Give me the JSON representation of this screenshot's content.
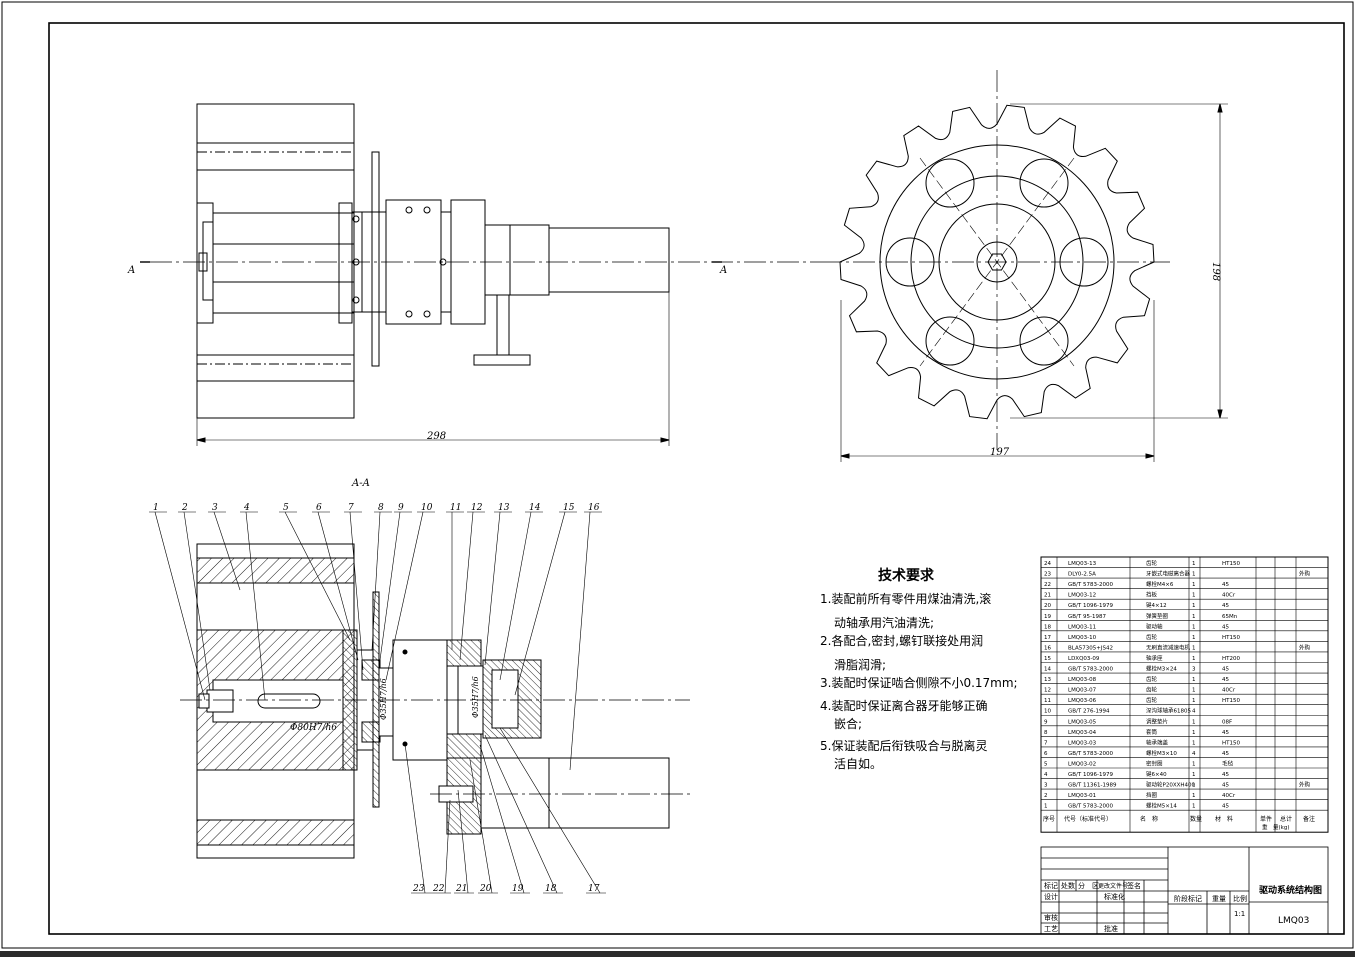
{
  "drawing": {
    "section_marker": "A",
    "section_title": "A-A",
    "dimensions": {
      "overall_length": "298",
      "wheel_width": "197",
      "wheel_height": "198"
    },
    "fit_labels": [
      "Φ80H7/h6",
      "Φ35H7/h6",
      "Φ35H7/h6"
    ],
    "callouts_top": [
      "1",
      "2",
      "3",
      "4",
      "5",
      "6",
      "7",
      "8",
      "9",
      "10",
      "11",
      "12",
      "13",
      "14",
      "15",
      "16"
    ],
    "callouts_bottom": [
      "23",
      "22",
      "21",
      "20",
      "19",
      "18",
      "17"
    ]
  },
  "tech_notes": {
    "title": "技术要求",
    "lines": [
      "1.装配前所有零件用煤油清洗,滚",
      "动轴承用汽油清洗;",
      "2.各配合,密封,螺钉联接处用润",
      "滑脂润滑;",
      "3.装配时保证啮合侧隙不小0.17mm;",
      "4.装配时保证离合器牙能够正确",
      "嵌合;",
      "5.保证装配后衔铁吸合与脱离灵",
      "活自如。"
    ]
  },
  "bom": {
    "rows": [
      {
        "no": "24",
        "code": "LMQ03-13",
        "name": "齿轮",
        "qty": "1",
        "mat": "HT150",
        "note": ""
      },
      {
        "no": "23",
        "code": "DLY0-2.5A",
        "name": "牙嵌式电磁离合器",
        "qty": "1",
        "mat": "",
        "note": "外购"
      },
      {
        "no": "22",
        "code": "GB/T 5783-2000",
        "name": "螺栓M4×6",
        "qty": "1",
        "mat": "45",
        "note": ""
      },
      {
        "no": "21",
        "code": "LMQ03-12",
        "name": "挡板",
        "qty": "1",
        "mat": "40Cr",
        "note": ""
      },
      {
        "no": "20",
        "code": "GB/T 1096-1979",
        "name": "键4×12",
        "qty": "1",
        "mat": "45",
        "note": ""
      },
      {
        "no": "19",
        "code": "GB/T 95-1987",
        "name": "弹簧垫圈",
        "qty": "1",
        "mat": "65Mn",
        "note": ""
      },
      {
        "no": "18",
        "code": "LMQ03-11",
        "name": "驱动轴",
        "qty": "1",
        "mat": "45",
        "note": ""
      },
      {
        "no": "17",
        "code": "LMQ03-10",
        "name": "齿轮",
        "qty": "1",
        "mat": "HT150",
        "note": ""
      },
      {
        "no": "16",
        "code": "BLA57305+JS42",
        "name": "无刷直流减速电机",
        "qty": "1",
        "mat": "",
        "note": "外购"
      },
      {
        "no": "15",
        "code": "LDXQ03-09",
        "name": "轴承座",
        "qty": "1",
        "mat": "HT200",
        "note": ""
      },
      {
        "no": "14",
        "code": "GB/T 5783-2000",
        "name": "螺栓M3×24",
        "qty": "3",
        "mat": "45",
        "note": ""
      },
      {
        "no": "13",
        "code": "LMQ03-08",
        "name": "齿轮",
        "qty": "1",
        "mat": "45",
        "note": ""
      },
      {
        "no": "12",
        "code": "LMQ03-07",
        "name": "齿轮",
        "qty": "1",
        "mat": "40Cr",
        "note": ""
      },
      {
        "no": "11",
        "code": "LMQ03-06",
        "name": "齿轮",
        "qty": "1",
        "mat": "HT150",
        "note": ""
      },
      {
        "no": "10",
        "code": "GB/T 276-1994",
        "name": "深沟球轴承61805",
        "qty": "4",
        "mat": "",
        "note": ""
      },
      {
        "no": "9",
        "code": "LMQ03-05",
        "name": "调整垫片",
        "qty": "1",
        "mat": "08F",
        "note": ""
      },
      {
        "no": "8",
        "code": "LMQ03-04",
        "name": "套筒",
        "qty": "1",
        "mat": "45",
        "note": ""
      },
      {
        "no": "7",
        "code": "LMQ03-03",
        "name": "轴承端盖",
        "qty": "1",
        "mat": "HT150",
        "note": ""
      },
      {
        "no": "6",
        "code": "GB/T 5783-2000",
        "name": "螺栓M3×10",
        "qty": "4",
        "mat": "45",
        "note": ""
      },
      {
        "no": "5",
        "code": "LMQ03-02",
        "name": "密封圈",
        "qty": "1",
        "mat": "毛毡",
        "note": ""
      },
      {
        "no": "4",
        "code": "GB/T 1096-1979",
        "name": "键6×40",
        "qty": "1",
        "mat": "45",
        "note": ""
      },
      {
        "no": "3",
        "code": "GB/T 11361-1989",
        "name": "驱动轮P20XXH400",
        "qty": "1",
        "mat": "45",
        "note": "外购"
      },
      {
        "no": "2",
        "code": "LMQ03-01",
        "name": "挡圈",
        "qty": "1",
        "mat": "40Cr",
        "note": ""
      },
      {
        "no": "1",
        "code": "GB/T 5783-2000",
        "name": "螺栓M5×14",
        "qty": "1",
        "mat": "45",
        "note": ""
      }
    ],
    "header": {
      "no": "序号",
      "code": "代号（标准代号）",
      "name": "名　称",
      "qty": "数量",
      "mat": "材　料",
      "unit": "单件",
      "total": "总计",
      "weight": "重　量(kg)",
      "note": "备注"
    }
  },
  "title_block": {
    "title": "驱动系统结构图",
    "drawing_no": "LMQ03",
    "scale_label": "比例",
    "scale": "1:1",
    "weight_label": "重量",
    "stage_label": "阶段标记",
    "rev_labels": [
      "标记",
      "处数",
      "分　区",
      "更改文件号",
      "签名"
    ],
    "role_labels": [
      "设计",
      "标准化",
      "审核",
      "工艺",
      "批准"
    ]
  },
  "colors": {
    "line": "#000000",
    "hatch": "#000000",
    "background": "#ffffff",
    "taskbar": "#2b2b2b"
  }
}
